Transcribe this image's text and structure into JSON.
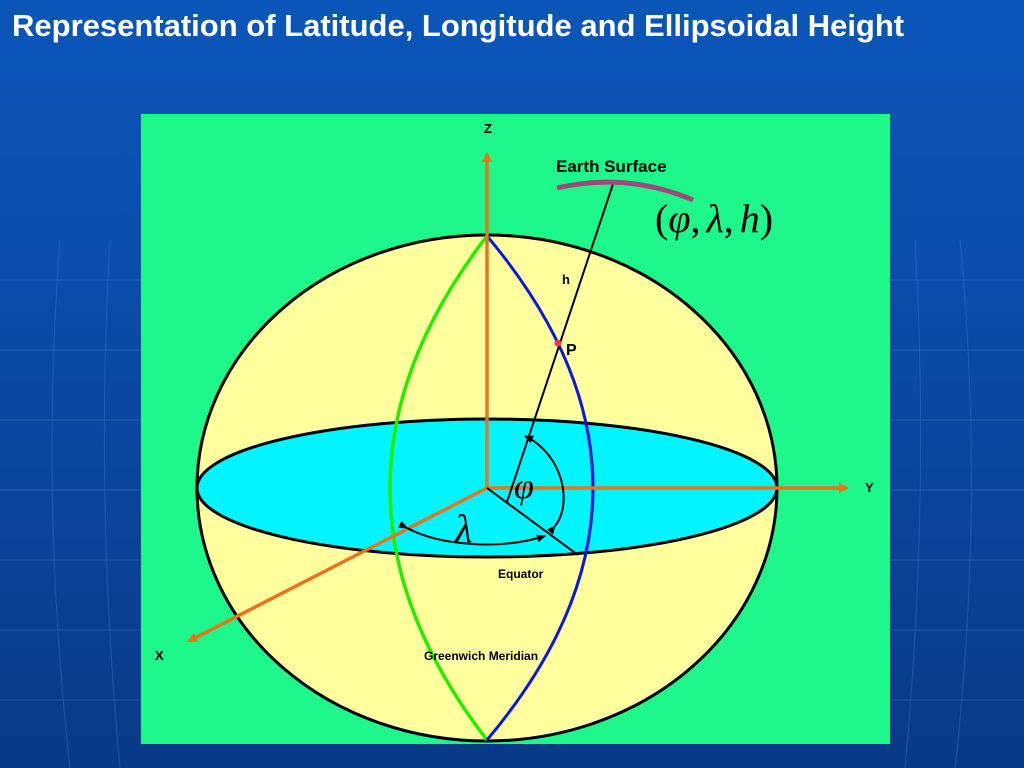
{
  "slide": {
    "title": "Representation of Latitude, Longitude and Ellipsoidal Height"
  },
  "diagram": {
    "axis_z": "Z",
    "axis_y": "Y",
    "axis_x": "X",
    "earth_surface": "Earth Surface",
    "height": "h",
    "point": "P",
    "equator": "Equator",
    "meridian": "Greenwich Meridian",
    "coords": {
      "open": "(",
      "phi": "φ",
      "comma1": ",",
      "lambda": "λ",
      "comma2": ",",
      "h": "h",
      "close": ")"
    },
    "phi_symbol": "φ",
    "lambda_symbol": "λ"
  },
  "colors": {
    "background": "#0a4aa6",
    "panel": "#1ef78a",
    "ellipsoid": "#ffff9e",
    "equator_plane": "#00f5ff",
    "axis": "#e8741e",
    "greenwich_meridian": "#22ee00",
    "meridian": "#1018d8",
    "earth_surface_arc": "#9c4a7c",
    "point_marker": "#ff3050"
  }
}
